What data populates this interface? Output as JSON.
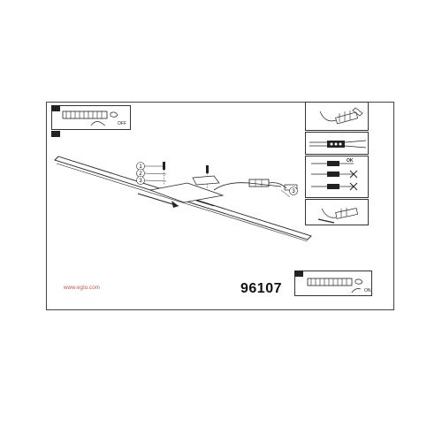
{
  "footer": {
    "url": "www.eglo.com",
    "model_number": "96107"
  },
  "insets": {
    "power_off": {
      "label": "OFF"
    },
    "power_on": {
      "label": "ON"
    },
    "wiring_ok": {
      "label": "OK"
    }
  },
  "callouts": [
    "1",
    "2",
    "3",
    "3"
  ],
  "colors": {
    "accent_url": "#d04848",
    "line": "#222222"
  },
  "icons": [
    "screwdriver-icon",
    "terminal-block-icon",
    "wire-connector-icon",
    "screw-icon",
    "hand-icon",
    "cross-mark-icon",
    "check-mark-icon"
  ]
}
